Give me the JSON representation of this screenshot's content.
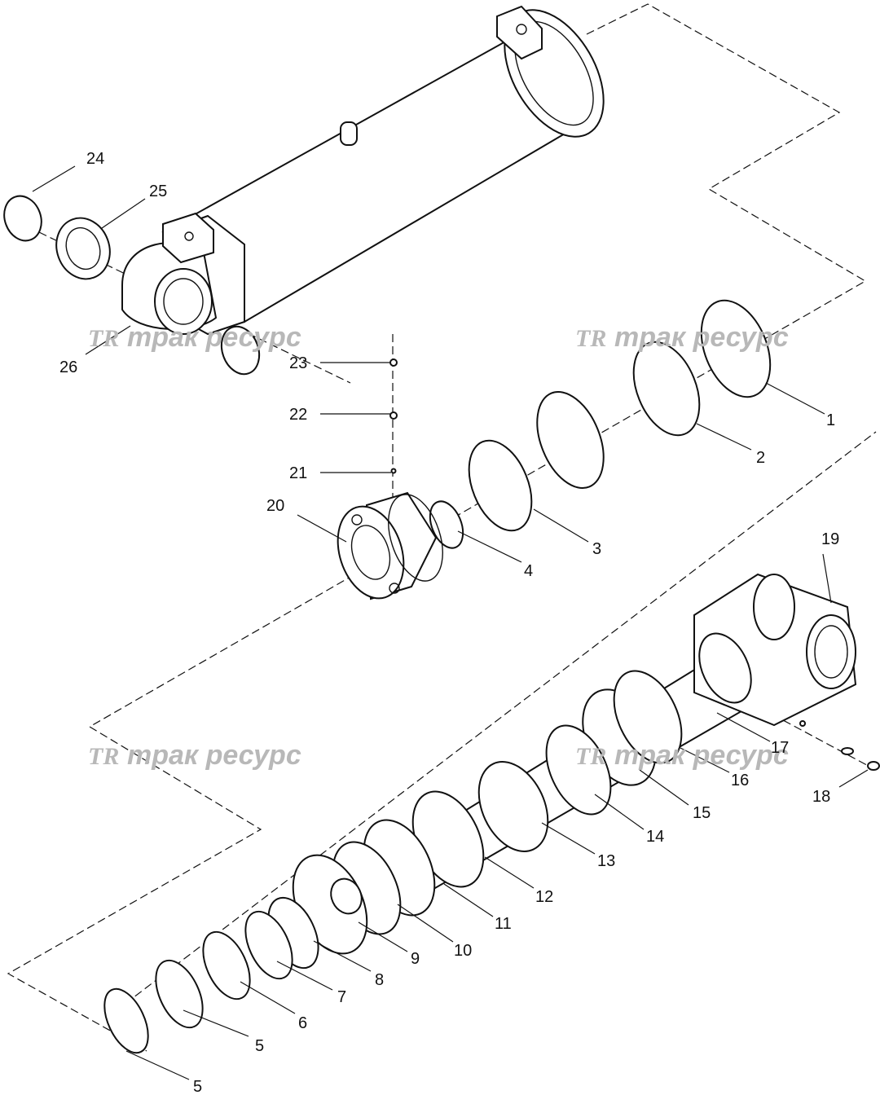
{
  "watermark": {
    "brand_text": "трак ресурс",
    "logo_text": "TR",
    "positions": [
      "wm-1",
      "wm-2",
      "wm-3",
      "wm-4"
    ]
  },
  "callouts": [
    {
      "id": "c1",
      "label": "1"
    },
    {
      "id": "c2",
      "label": "2"
    },
    {
      "id": "c3",
      "label": "3"
    },
    {
      "id": "c4",
      "label": "4"
    },
    {
      "id": "c5a",
      "label": "5"
    },
    {
      "id": "c5b",
      "label": "5"
    },
    {
      "id": "c6",
      "label": "6"
    },
    {
      "id": "c7",
      "label": "7"
    },
    {
      "id": "c8",
      "label": "8"
    },
    {
      "id": "c9",
      "label": "9"
    },
    {
      "id": "c10",
      "label": "10"
    },
    {
      "id": "c11",
      "label": "11"
    },
    {
      "id": "c12",
      "label": "12"
    },
    {
      "id": "c13",
      "label": "13"
    },
    {
      "id": "c14",
      "label": "14"
    },
    {
      "id": "c15",
      "label": "15"
    },
    {
      "id": "c16",
      "label": "16"
    },
    {
      "id": "c17",
      "label": "17"
    },
    {
      "id": "c18",
      "label": "18"
    },
    {
      "id": "c19",
      "label": "19"
    },
    {
      "id": "c20",
      "label": "20"
    },
    {
      "id": "c21",
      "label": "21"
    },
    {
      "id": "c22",
      "label": "22"
    },
    {
      "id": "c23",
      "label": "23"
    },
    {
      "id": "c24",
      "label": "24"
    },
    {
      "id": "c25",
      "label": "25"
    },
    {
      "id": "c26",
      "label": "26"
    }
  ]
}
